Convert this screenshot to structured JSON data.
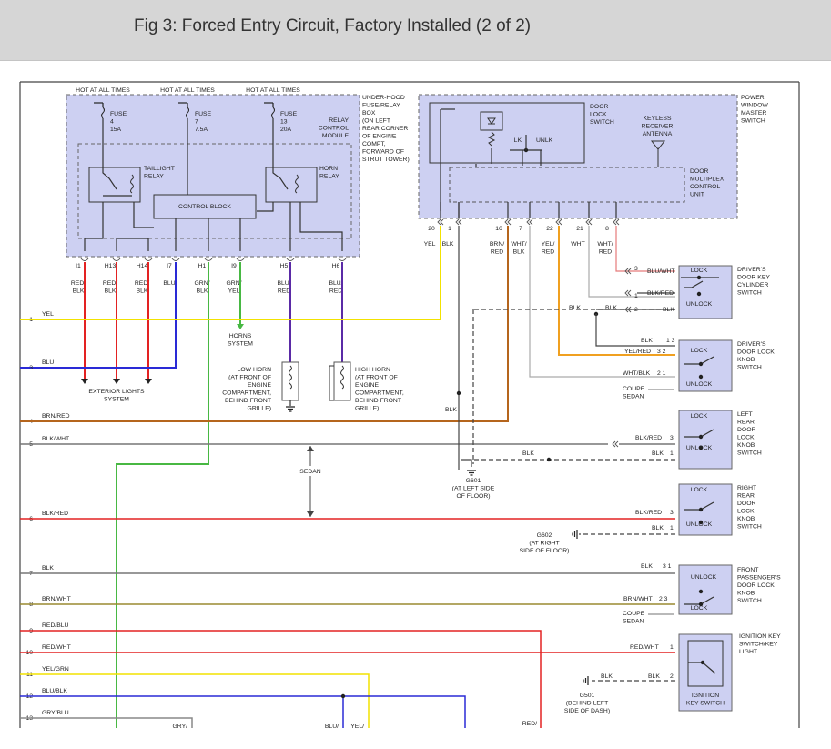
{
  "title": "Fig 3: Forced Entry Circuit, Factory Installed (2 of 2)",
  "colors": {
    "yellow": "#f2e200",
    "blue": "#2a2ad6",
    "red": "#e32222",
    "orange": "#f0a020",
    "brown": "#b5651d",
    "green": "#48b843",
    "gray": "#666666",
    "module_fill": "#cdd0f2",
    "light_gray": "#999999"
  },
  "left_module": {
    "hot_labels": [
      "HOT AT ALL TIMES",
      "HOT AT ALL TIMES",
      "HOT AT ALL TIMES"
    ],
    "fuses": [
      {
        "l1": "FUSE",
        "l2": "4",
        "l3": "15A"
      },
      {
        "l1": "FUSE",
        "l2": "7",
        "l3": "7.5A"
      },
      {
        "l1": "FUSE",
        "l2": "13",
        "l3": "20A"
      }
    ],
    "box_label": [
      "UNDER-HOOD",
      "FUSE/RELAY",
      "BOX",
      "(ON LEFT",
      "REAR CORNER",
      "OF ENGINE",
      "COMPT,",
      "FORWARD OF",
      "STRUT TOWER)"
    ],
    "module_label": [
      "RELAY",
      "CONTROL",
      "MODULE"
    ],
    "taillight_relay": [
      "TAILLIGHT",
      "RELAY"
    ],
    "horn_relay": [
      "HORN",
      "RELAY"
    ],
    "control_block": "CONTROL BLOCK",
    "pins": [
      "I1",
      "H13",
      "H14",
      "I7",
      "H1",
      "I9",
      "H5",
      "H6"
    ],
    "wire_colors": [
      [
        "RED/",
        "BLK"
      ],
      [
        "RED/",
        "BLK"
      ],
      [
        "RED/",
        "BLK"
      ],
      [
        "BLU",
        ""
      ],
      [
        "GRN/",
        "BLK"
      ],
      [
        "GRN/",
        "YEL"
      ],
      [
        "BLU/",
        "RED"
      ],
      [
        "BLU/",
        "RED"
      ]
    ]
  },
  "right_module": {
    "door_lock_switch": [
      "DOOR",
      "LOCK",
      "SWITCH"
    ],
    "lk": "LK",
    "unlk": "UNLK",
    "antenna": [
      "KEYLESS",
      "RECEIVER",
      "ANTENNA"
    ],
    "multiplex": [
      "DOOR",
      "MULTIPLEX",
      "CONTROL",
      "UNIT"
    ],
    "master_label": [
      "POWER",
      "WINDOW",
      "MASTER",
      "SWITCH"
    ],
    "pins": [
      "20",
      "1",
      "16",
      "7",
      "22",
      "21",
      "8"
    ],
    "wire_colors": [
      [
        "YEL",
        ""
      ],
      [
        "BLK",
        ""
      ],
      [
        "BRN/",
        "RED"
      ],
      [
        "WHT/",
        "BLK"
      ],
      [
        "YEL/",
        "RED"
      ],
      [
        "WHT",
        ""
      ],
      [
        "WHT/",
        "RED"
      ]
    ]
  },
  "exterior_lights": [
    "EXTERIOR LIGHTS",
    "SYSTEM"
  ],
  "horns_system": [
    "HORNS",
    "SYSTEM"
  ],
  "low_horn": [
    "LOW HORN",
    "(AT FRONT OF",
    "ENGINE",
    "COMPARTMENT,",
    "BEHIND FRONT",
    "GRILLE)"
  ],
  "high_horn": [
    "HIGH HORN",
    "(AT FRONT OF",
    "ENGINE",
    "COMPARTMENT,",
    "BEHIND FRONT",
    "GRILLE)"
  ],
  "left_wires": [
    {
      "num": "1",
      "label": "YEL"
    },
    {
      "num": "3",
      "label": "BLU"
    },
    {
      "num": "4",
      "label": "BRN/RED"
    },
    {
      "num": "5",
      "label": "BLK/WHT"
    },
    {
      "num": "6",
      "label": "BLK/RED"
    },
    {
      "num": "7",
      "label": "BLK"
    },
    {
      "num": "8",
      "label": "BRN/WHT"
    },
    {
      "num": "9",
      "label": "RED/BLU"
    },
    {
      "num": "10",
      "label": "RED/WHT"
    },
    {
      "num": "11",
      "label": "YEL/GRN"
    },
    {
      "num": "12",
      "label": "BLU/BLK"
    },
    {
      "num": "13",
      "label": "GRY/BLU"
    }
  ],
  "sedan_label": "SEDAN",
  "grounds": {
    "g601": [
      "G601",
      "(AT LEFT SIDE",
      "OF FLOOR)"
    ],
    "g602": [
      "G602",
      "(AT RIGHT",
      "SIDE OF FLOOR)"
    ],
    "g501": [
      "G501",
      "(BEHIND LEFT",
      "SIDE OF DASH)"
    ]
  },
  "switches": {
    "key_cyl": {
      "name": [
        "DRIVER'S",
        "DOOR KEY",
        "CYLINDER",
        "SWITCH"
      ],
      "lock": "LOCK",
      "unlock": "UNLOCK",
      "wires": [
        {
          "label": "BLU/WHT",
          "pin": "3"
        },
        {
          "label": "BLK/RED",
          "pin": "1"
        },
        {
          "label": "BLK",
          "pin": "2"
        }
      ],
      "blk_left": "BLK",
      "blk_mid": "BLK"
    },
    "knob_dr": {
      "name": [
        "DRIVER'S",
        "DOOR LOCK",
        "KNOB",
        "SWITCH"
      ],
      "lock": "LOCK",
      "unlock": "UNLOCK",
      "wires": [
        {
          "label": "BLK",
          "pin": "1 3"
        },
        {
          "label": "YEL/RED",
          "pin": "3 2"
        },
        {
          "label": "WHT/BLK",
          "pin": "2 1"
        }
      ],
      "coupe": "COUPE",
      "sedan": "SEDAN"
    },
    "lr": {
      "name": [
        "LEFT",
        "REAR",
        "DOOR",
        "LOCK",
        "KNOB",
        "SWITCH"
      ],
      "lock": "LOCK",
      "unlock": "UNLOCK",
      "wires": [
        {
          "label": "BLK/RED",
          "pin": "3"
        },
        {
          "label": "BLK",
          "pin": "1"
        }
      ],
      "blk_mid": "BLK"
    },
    "rr": {
      "name": [
        "RIGHT",
        "REAR",
        "DOOR",
        "LOCK",
        "KNOB",
        "SWITCH"
      ],
      "lock": "LOCK",
      "unlock": "UNLOCK",
      "wires": [
        {
          "label": "BLK/RED",
          "pin": "3"
        },
        {
          "label": "BLK",
          "pin": "1"
        }
      ]
    },
    "fp": {
      "name": [
        "FRONT",
        "PASSENGER'S",
        "DOOR LOCK",
        "KNOB",
        "SWITCH"
      ],
      "lock": "LOCK",
      "unlock": "UNLOCK",
      "wires": [
        {
          "label": "BLK",
          "pin": "3 1"
        },
        {
          "label": "BRN/WHT",
          "pin": "2 3"
        }
      ],
      "coupe": "COUPE",
      "sedan": "SEDAN"
    },
    "ign": {
      "name": [
        "IGNITION KEY",
        "SWITCH/KEY",
        "LIGHT"
      ],
      "title": [
        "IGNITION",
        "KEY SWITCH"
      ],
      "wires": [
        {
          "label": "RED/WHT",
          "pin": "1"
        },
        {
          "label": "BLK",
          "pin": "2"
        }
      ],
      "blk_left": "BLK"
    }
  },
  "bottom_labels": [
    "GRY/",
    "BLU/",
    "YEL/",
    "RED/"
  ]
}
